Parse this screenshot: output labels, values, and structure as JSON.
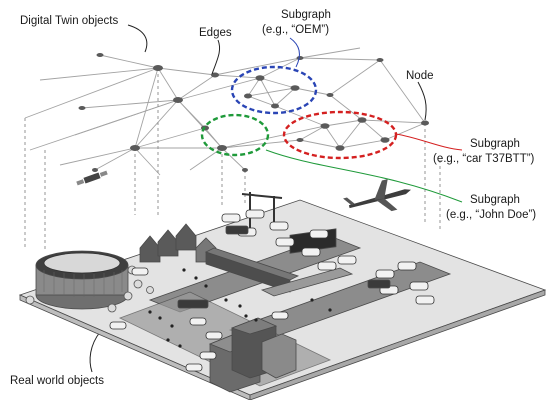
{
  "labels": {
    "digital_twin_objects": "Digital Twin objects",
    "edges": "Edges",
    "subgraph_oem_line1": "Subgraph",
    "subgraph_oem_line2": "(e.g., “OEM”)",
    "node": "Node",
    "subgraph_car_line1": "Subgraph",
    "subgraph_car_line2": "(e.g., “car T37BTT”)",
    "subgraph_john_line1": "Subgraph",
    "subgraph_john_line2": "(e.g., “John Doe”)",
    "real_world_objects": "Real world objects"
  },
  "colors": {
    "subgraph_oem": "#2a45b5",
    "subgraph_car": "#d42020",
    "subgraph_john": "#1f9a3a",
    "edge": "#9a9a9a",
    "node": "#555555",
    "city": "#6b6b6b"
  }
}
